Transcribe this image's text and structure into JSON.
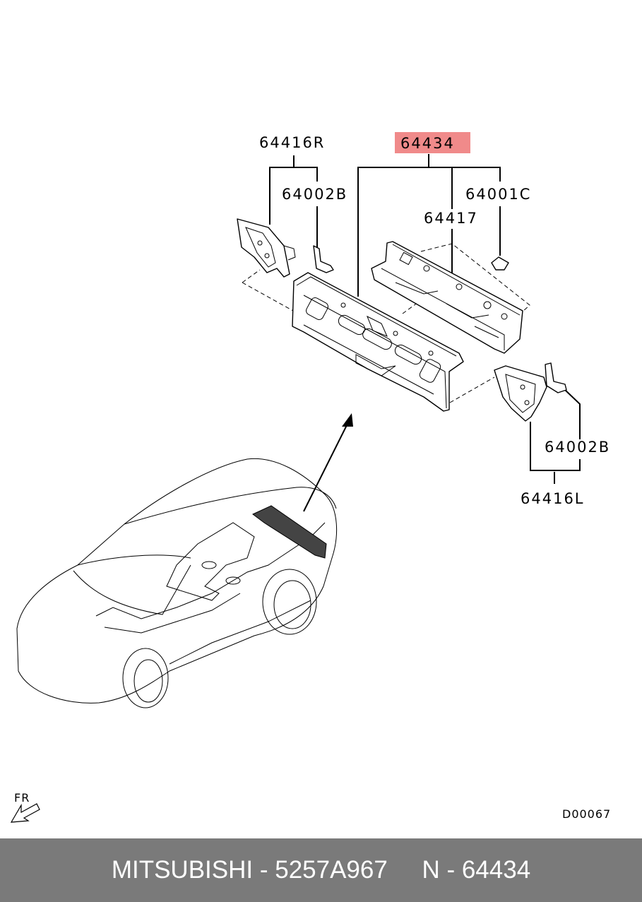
{
  "callouts": {
    "highlighted": "64434",
    "left_reinforcement": "64416R",
    "left_bracket": "64002B",
    "right_bracket_top": "64001C",
    "cross_member": "64417",
    "right_bracket_bottom": "64002B",
    "right_reinforcement": "64416L"
  },
  "orientation_label": "FR",
  "diagram_code": "D00067",
  "footer": {
    "text": "MITSUBISHI - 5257A967     N - 64434"
  },
  "colors": {
    "highlight": "#f08a8a",
    "footer_bg": "#7a7a7a",
    "footer_text": "#ffffff"
  }
}
